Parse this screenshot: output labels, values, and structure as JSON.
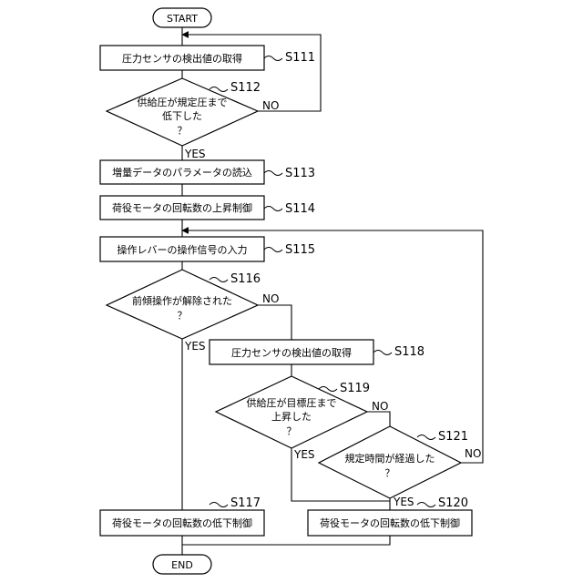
{
  "start": "START",
  "end": "END",
  "nodes": {
    "s111_box": "圧力センサの検出値の取得",
    "s112_q": [
      "供給圧が規定圧まで",
      "低下した",
      "？"
    ],
    "s113_box": "増量データのパラメータの読込",
    "s114_box": "荷役モータの回転数の上昇制御",
    "s115_box": "操作レバーの操作信号の入力",
    "s116_q": [
      "前傾操作が解除された",
      "？"
    ],
    "s118_box": "圧力センサの検出値の取得",
    "s119_q": [
      "供給圧が目標圧まで",
      "上昇した",
      "？"
    ],
    "s121_q": [
      "規定時間が経過した",
      "？"
    ],
    "s117_box": "荷役モータの回転数の低下制御",
    "s120_box": "荷役モータの回転数の低下制御"
  },
  "steps": {
    "s111": "S111",
    "s112": "S112",
    "s113": "S113",
    "s114": "S114",
    "s115": "S115",
    "s116": "S116",
    "s117": "S117",
    "s118": "S118",
    "s119": "S119",
    "s120": "S120",
    "s121": "S121"
  },
  "labels": {
    "s112_no": "NO",
    "s112_yes": "YES",
    "s116_no": "NO",
    "s116_yes": "YES",
    "s119_no": "NO",
    "s119_yes": "YES",
    "s121_no": "NO",
    "s121_yes": "YES"
  }
}
